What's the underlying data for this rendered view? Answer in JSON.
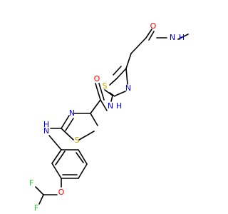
{
  "molecule": {
    "atoms": [
      {
        "id": "n_methyl",
        "text": "N",
        "subtext": "H",
        "color": "#0000ff"
      },
      {
        "id": "o_amide1",
        "text": "O",
        "color": "#ff0000"
      },
      {
        "id": "s_thz1",
        "text": "S",
        "color": "#c8a800"
      },
      {
        "id": "n_thz1",
        "text": "N",
        "color": "#0000ff"
      },
      {
        "id": "n_amide2",
        "text": "N",
        "subtext": "H",
        "color": "#0000ff"
      },
      {
        "id": "o_amide2",
        "text": "O",
        "color": "#ff0000"
      },
      {
        "id": "n_thz2",
        "text": "N",
        "color": "#0000ff"
      },
      {
        "id": "s_thz2",
        "text": "S",
        "color": "#c8a800"
      },
      {
        "id": "n_aniline",
        "text": "H",
        "subtext": "N",
        "color": "#0000ff"
      },
      {
        "id": "o_ether",
        "text": "O",
        "color": "#ff0000"
      },
      {
        "id": "f1",
        "text": "F",
        "color": "#33cc33"
      },
      {
        "id": "f2",
        "text": "F",
        "color": "#33cc33"
      }
    ]
  }
}
